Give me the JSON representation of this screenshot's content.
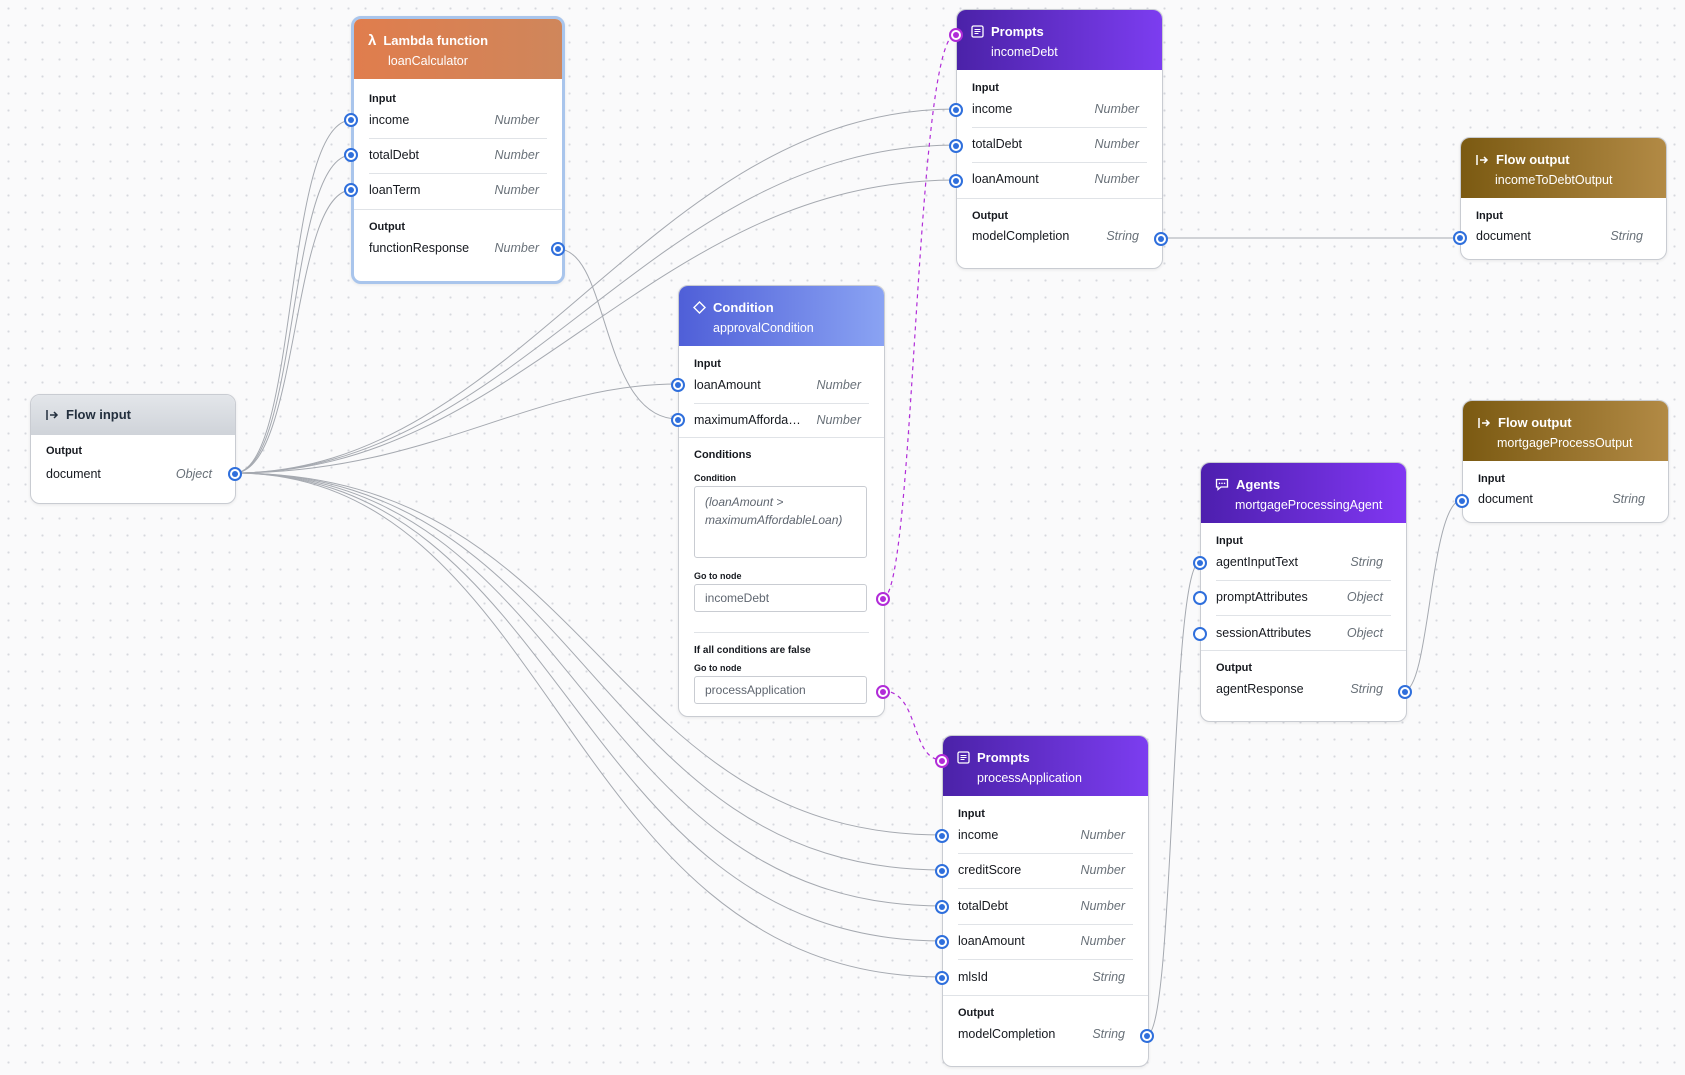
{
  "nodes": {
    "flow_input": {
      "type_label": "Flow input",
      "output_label": "Output",
      "output": {
        "name": "document",
        "type": "Object"
      }
    },
    "lambda": {
      "type_label": "Lambda function",
      "name": "loanCalculator",
      "input_label": "Input",
      "inputs": [
        {
          "name": "income",
          "type": "Number"
        },
        {
          "name": "totalDebt",
          "type": "Number"
        },
        {
          "name": "loanTerm",
          "type": "Number"
        }
      ],
      "output_label": "Output",
      "output": {
        "name": "functionResponse",
        "type": "Number"
      }
    },
    "prompt_income": {
      "type_label": "Prompts",
      "name": "incomeDebt",
      "input_label": "Input",
      "inputs": [
        {
          "name": "income",
          "type": "Number"
        },
        {
          "name": "totalDebt",
          "type": "Number"
        },
        {
          "name": "loanAmount",
          "type": "Number"
        }
      ],
      "output_label": "Output",
      "output": {
        "name": "modelCompletion",
        "type": "String"
      }
    },
    "condition": {
      "type_label": "Condition",
      "name": "approvalCondition",
      "input_label": "Input",
      "inputs": [
        {
          "name": "loanAmount",
          "type": "Number"
        },
        {
          "name": "maximumAfforda…",
          "type": "Number"
        }
      ],
      "conditions_label": "Conditions",
      "condition_label": "Condition",
      "condition_expr": "(loanAmount > maximumAffordableLoan)",
      "goto_label": "Go to node",
      "goto_value": "incomeDebt",
      "else_label": "If all conditions are false",
      "else_goto_label": "Go to node",
      "else_goto_value": "processApplication"
    },
    "flow_output_1": {
      "type_label": "Flow output",
      "name": "incomeToDebtOutput",
      "input_label": "Input",
      "input": {
        "name": "document",
        "type": "String"
      }
    },
    "flow_output_2": {
      "type_label": "Flow output",
      "name": "mortgageProcessOutput",
      "input_label": "Input",
      "input": {
        "name": "document",
        "type": "String"
      }
    },
    "agent": {
      "type_label": "Agents",
      "name": "mortgageProcessingAgent",
      "input_label": "Input",
      "inputs": [
        {
          "name": "agentInputText",
          "type": "String"
        },
        {
          "name": "promptAttributes",
          "type": "Object"
        },
        {
          "name": "sessionAttributes",
          "type": "Object"
        }
      ],
      "output_label": "Output",
      "output": {
        "name": "agentResponse",
        "type": "String"
      }
    },
    "prompt_process": {
      "type_label": "Prompts",
      "name": "processApplication",
      "input_label": "Input",
      "inputs": [
        {
          "name": "income",
          "type": "Number"
        },
        {
          "name": "creditScore",
          "type": "Number"
        },
        {
          "name": "totalDebt",
          "type": "Number"
        },
        {
          "name": "loanAmount",
          "type": "Number"
        },
        {
          "name": "mlsId",
          "type": "String"
        }
      ],
      "output_label": "Output",
      "output": {
        "name": "modelCompletion",
        "type": "String"
      }
    }
  },
  "colors": {
    "port": "#2f6fdc",
    "conditional_port": "#b12cd8",
    "edge": "#a5a9b0",
    "lambda": "#e07d4d",
    "prompt": "#6a31d8",
    "condition": "#6f86ea",
    "flow_output": "#9c7a30",
    "agent": "#6a2ce0"
  }
}
